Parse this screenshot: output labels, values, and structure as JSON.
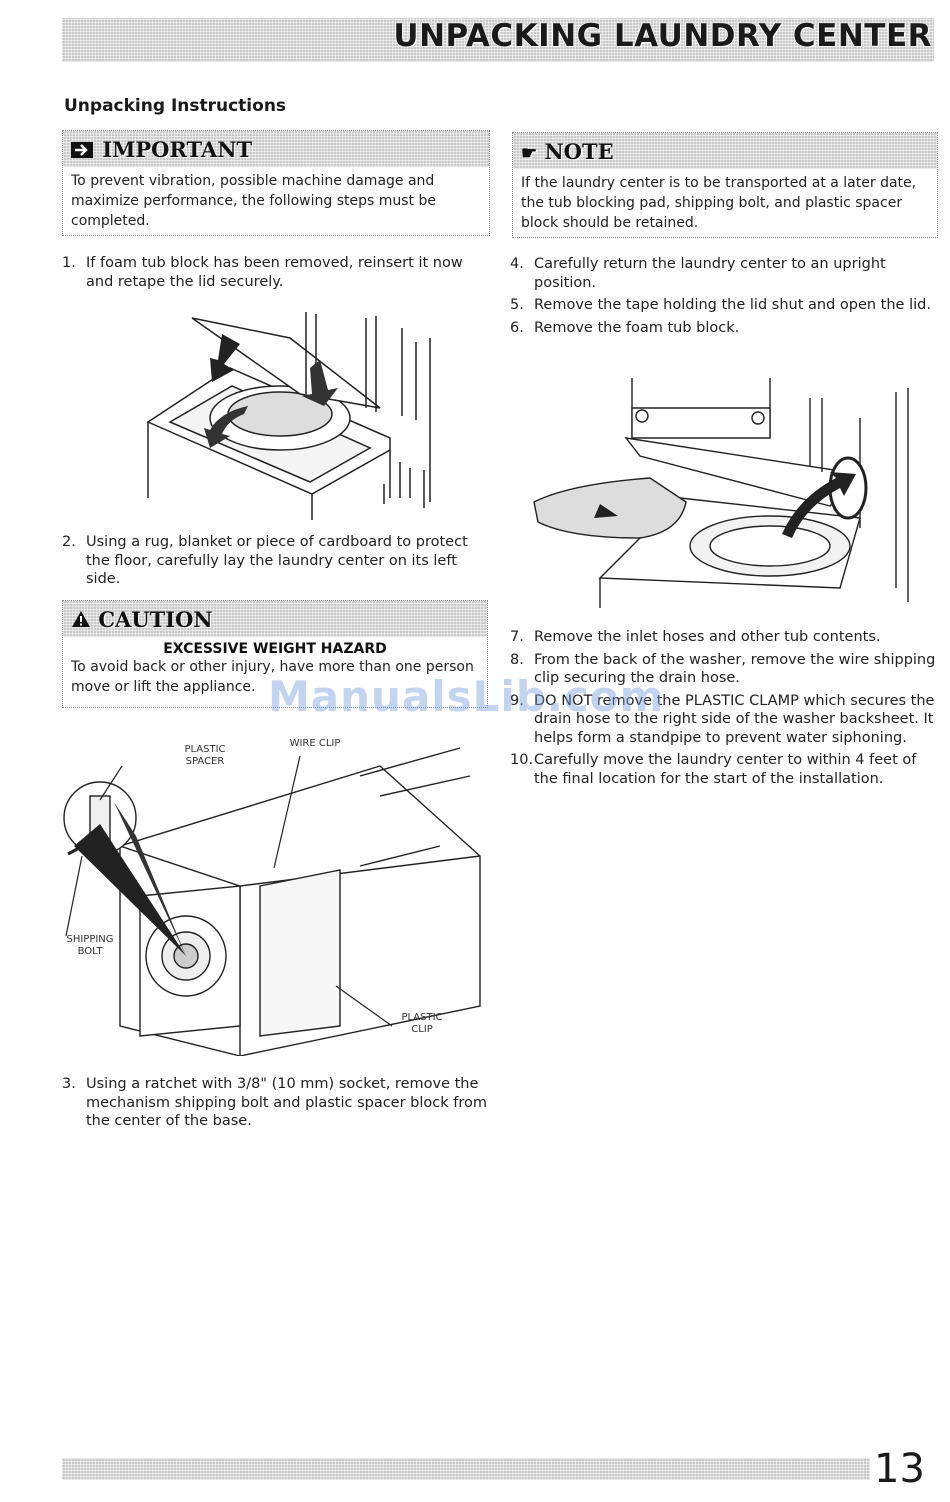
{
  "header": {
    "title": "UNPACKING LAUNDRY CENTER"
  },
  "section": {
    "heading": "Unpacking Instructions"
  },
  "important_box": {
    "label": "IMPORTANT",
    "text": "To prevent vibration, possible machine damage and maximize performance, the following steps must be completed."
  },
  "note_box": {
    "label": "NOTE",
    "text": "If the laundry center is to be transported at a later date, the tub blocking pad, shipping bolt, and plastic spacer block should be retained."
  },
  "caution_box": {
    "label": "CAUTION",
    "subheading": "EXCESSIVE WEIGHT HAZARD",
    "text": "To avoid back or other injury, have more than one person move or lift the appliance."
  },
  "steps": [
    {
      "num": "1.",
      "text": "If foam tub block has been removed, reinsert it now and retape the lid securely."
    },
    {
      "num": "2.",
      "text": "Using a rug, blanket or piece of cardboard to protect the floor, carefully lay the laundry center on its left side."
    },
    {
      "num": "3.",
      "text": "Using a ratchet with 3/8\" (10 mm) socket, remove the mechanism shipping bolt and plastic spacer block from the center of the base."
    },
    {
      "num": "4.",
      "text": "Carefully return the laundry center to an upright position."
    },
    {
      "num": "5.",
      "text": "Remove the tape holding the lid shut and open the lid."
    },
    {
      "num": "6.",
      "text": "Remove the foam tub block."
    },
    {
      "num": "7.",
      "text": "Remove the inlet hoses and other tub contents."
    },
    {
      "num": "8.",
      "text": "From the back of the washer, remove the wire shipping clip securing the drain hose."
    },
    {
      "num": "9.",
      "text": "DO NOT remove the PLASTIC CLAMP which secures the drain hose to the right side of the washer backsheet. It helps form a standpipe to prevent water siphoning."
    },
    {
      "num": "10.",
      "text": "Carefully move the laundry center to within 4 feet of the final location for the start of the installation."
    }
  ],
  "figure_base": {
    "labels": {
      "plastic_spacer": "PLASTIC SPACER",
      "wire_clip": "WIRE CLIP",
      "shipping_bolt": "SHIPPING BOLT",
      "plastic_clip": "PLASTIC CLIP"
    }
  },
  "footer": {
    "page_number": "13"
  },
  "watermark": {
    "text": "ManualsLib.com"
  },
  "icons": [
    "arrow-right-icon",
    "pointing-hand-icon",
    "warning-triangle-icon"
  ]
}
